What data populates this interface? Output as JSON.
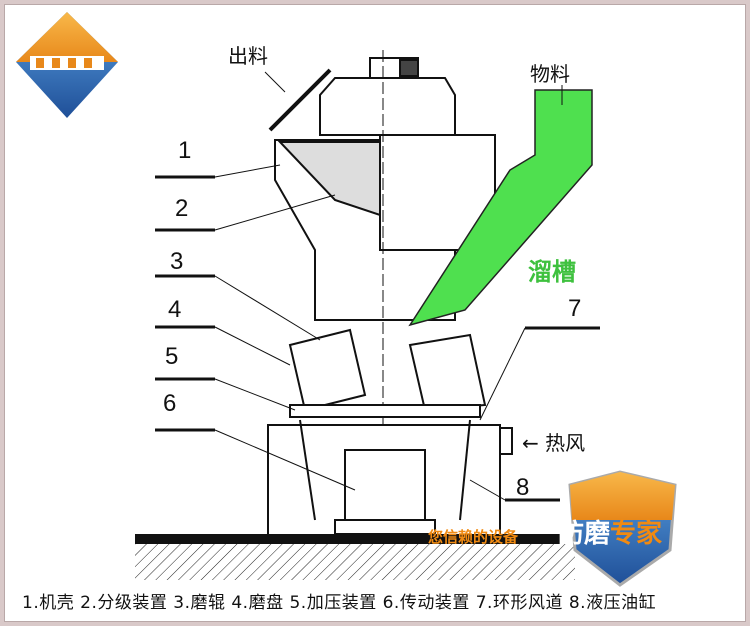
{
  "labels": {
    "n1": "1",
    "n2": "2",
    "n3": "3",
    "n4": "4",
    "n5": "5",
    "n6": "6",
    "n7": "7",
    "n8": "8"
  },
  "annotations": {
    "outlet": "出料",
    "material": "物料",
    "chute": "溜槽",
    "hot_air": "← 热风"
  },
  "caption": "1.机壳 2.分级装置 3.磨辊 4.磨盘 5.加压装置 6.传动装置 7.环形风道 8.液压油缸",
  "watermark": {
    "prefix": "您信赖的设备",
    "main": "防磨",
    "suffix": "专家"
  },
  "colors": {
    "chute": "#4fe04f",
    "logo_orange": "#f5a623",
    "logo_blue": "#1f5fa8",
    "watermark": "#f08a12"
  }
}
